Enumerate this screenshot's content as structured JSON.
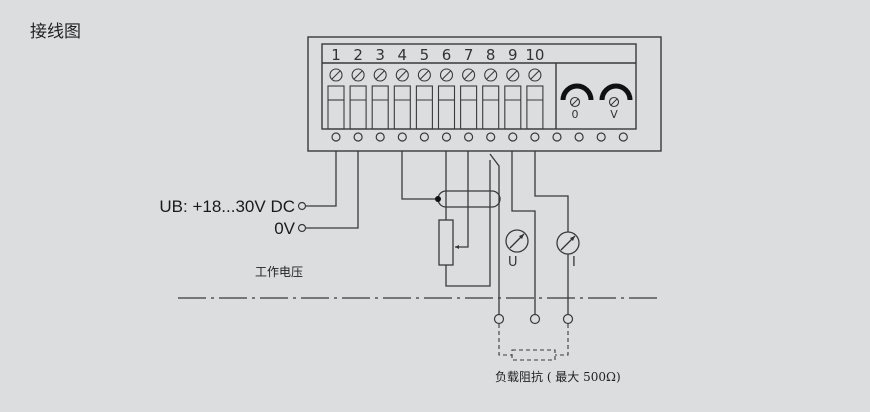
{
  "title": "接线图",
  "terminals": [
    "1",
    "2",
    "3",
    "4",
    "5",
    "6",
    "7",
    "8",
    "9",
    "10"
  ],
  "potentiometers": [
    {
      "name": "zero-adjust",
      "label": "0"
    },
    {
      "name": "span-adjust",
      "label": "V"
    }
  ],
  "bottom_terminal_count": 14,
  "supply": {
    "positive_label": "UB: +18...30V DC",
    "ground_label": "0V",
    "section_label": "工作电压"
  },
  "meters": [
    {
      "name": "voltage-meter",
      "label": "U"
    },
    {
      "name": "current-meter",
      "label": "I"
    }
  ],
  "load": {
    "label": "负载阻抗 ( 最大 500Ω)"
  },
  "colors": {
    "background": "#dcdddf",
    "line": "#3a3a3a"
  }
}
